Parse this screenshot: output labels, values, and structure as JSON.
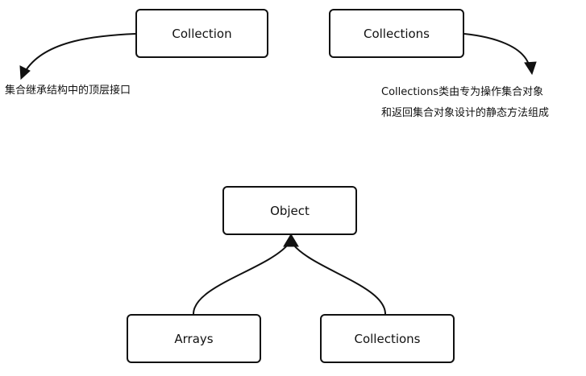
{
  "diagram": {
    "nodes": {
      "collection": {
        "label": "Collection"
      },
      "collections_top": {
        "label": "Collections"
      },
      "object": {
        "label": "Object"
      },
      "arrays": {
        "label": "Arrays"
      },
      "collections_bottom": {
        "label": "Collections"
      }
    },
    "notes": {
      "collection_note": "集合继承结构中的顶层接口",
      "collections_note_line1": "Collections类由专为操作集合对象",
      "collections_note_line2": "和返回集合对象设计的静态方法组成"
    },
    "edges": [
      {
        "from": "collection",
        "to": "collection_note",
        "style": "curved-arrow"
      },
      {
        "from": "collections_top",
        "to": "collections_note",
        "style": "curved-arrow"
      },
      {
        "from": "arrays",
        "to": "object",
        "style": "curved-arrow"
      },
      {
        "from": "collections_bottom",
        "to": "object",
        "style": "curved-arrow"
      }
    ],
    "colors": {
      "stroke": "#111111",
      "background": "#ffffff"
    }
  }
}
